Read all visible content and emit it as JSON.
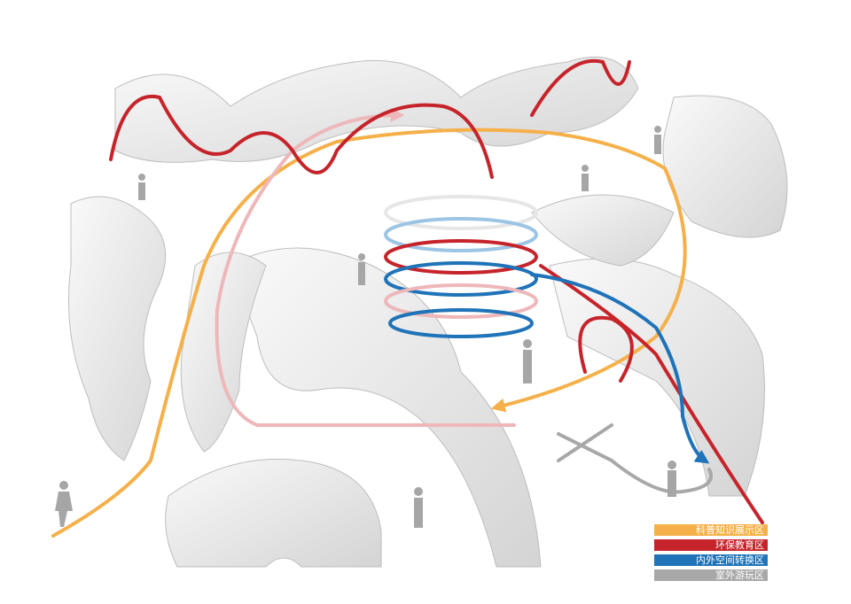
{
  "legend": {
    "items": [
      {
        "label": "科普知识展示区",
        "color": "#f5b04a"
      },
      {
        "label": "环保教育区",
        "color": "#c6242b"
      },
      {
        "label": "内外空间转换区",
        "color": "#1f73b8"
      },
      {
        "label": "室外游玩区",
        "color": "#a8a8a8"
      }
    ]
  },
  "colors": {
    "orange": "#f5b04a",
    "red": "#c6242b",
    "blue": "#1f73b8",
    "gray": "#a8a8a8",
    "pink": "#eeb7b9",
    "surface": "#eeeeee"
  }
}
